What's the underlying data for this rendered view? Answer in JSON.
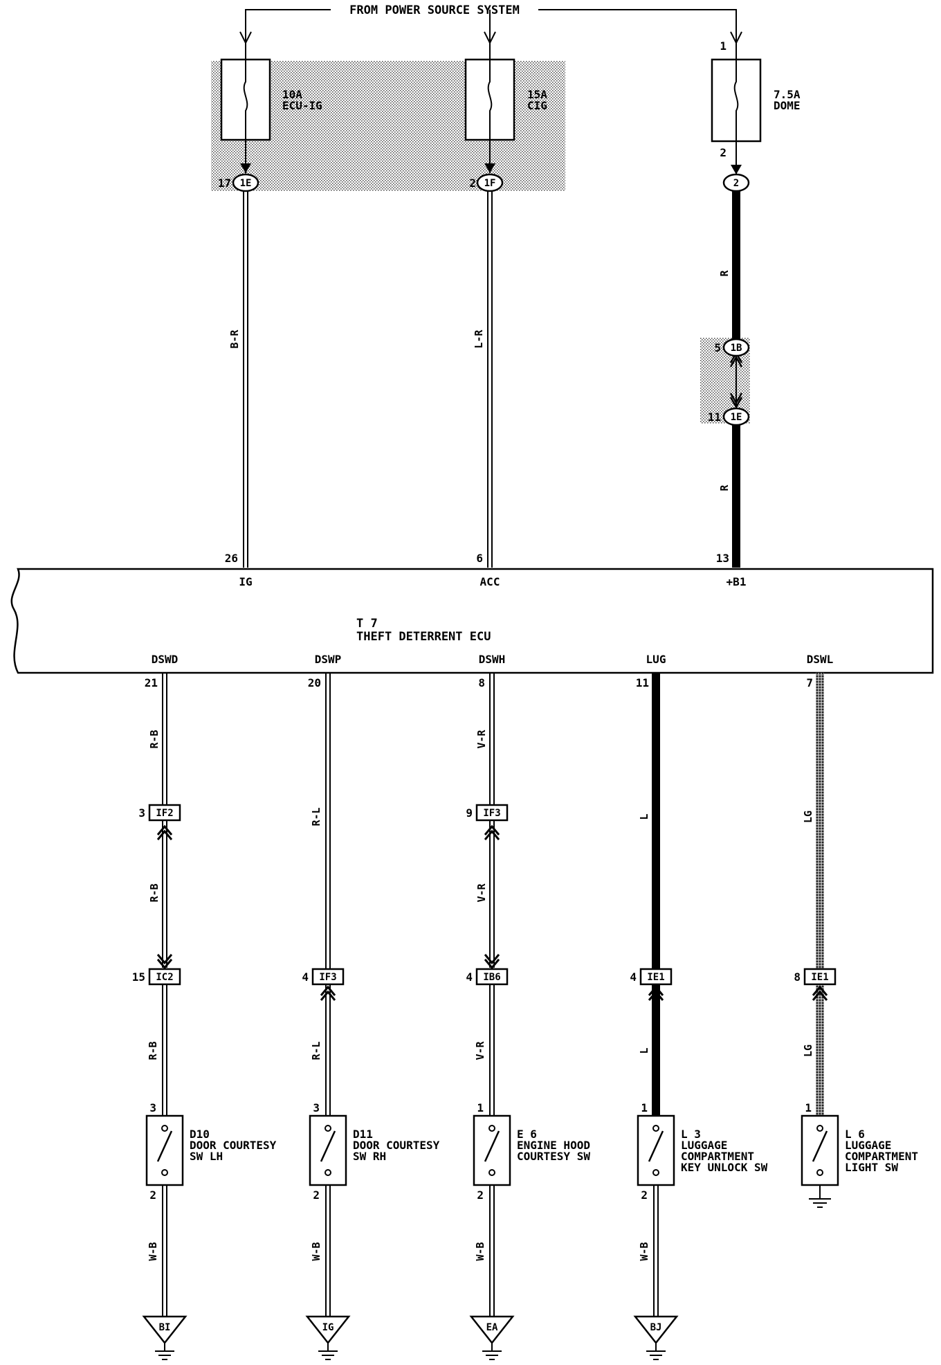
{
  "power_source": {
    "label": "FROM POWER SOURCE SYSTEM"
  },
  "fuses": [
    {
      "id": "ecu_ig",
      "rating": "10A",
      "name": "ECU-IG",
      "pin_in": "",
      "pin_out": ""
    },
    {
      "id": "cig",
      "rating": "15A",
      "name": "CIG",
      "pin_in": "",
      "pin_out": ""
    },
    {
      "id": "dome",
      "rating": "7.5A",
      "name": "DOME",
      "pin_in": "1",
      "pin_out": "2"
    }
  ],
  "top_connectors": [
    {
      "pin": "17",
      "name": "1E"
    },
    {
      "pin": "2",
      "name": "1F"
    },
    {
      "pin": "",
      "name": "2"
    },
    {
      "pin": "5",
      "name": "1B"
    },
    {
      "pin": "11",
      "name": "1E"
    }
  ],
  "top_wires": [
    {
      "color": "B-R"
    },
    {
      "color": "L-R"
    },
    {
      "color": "R"
    },
    {
      "color": "R"
    }
  ],
  "ecu": {
    "code": "T 7",
    "name": "THEFT DETERRENT ECU",
    "top_pins": [
      {
        "num": "26",
        "term": "IG"
      },
      {
        "num": "6",
        "term": "ACC"
      },
      {
        "num": "13",
        "term": "+B1"
      }
    ],
    "bottom_pins": [
      {
        "num": "21",
        "term": "DSWD"
      },
      {
        "num": "20",
        "term": "DSWP"
      },
      {
        "num": "8",
        "term": "DSWH"
      },
      {
        "num": "11",
        "term": "LUG"
      },
      {
        "num": "7",
        "term": "DSWL"
      }
    ]
  },
  "branches": [
    {
      "upper_wire": "R-B",
      "conn1": {
        "pin": "3",
        "name": "IF2"
      },
      "mid_wire": "R-B",
      "conn2": {
        "pin": "15",
        "name": "IC2"
      },
      "lower_wire": "R-B",
      "switch": {
        "pin_top": "3",
        "pin_bottom": "2",
        "code": "D10",
        "desc": [
          "DOOR COURTESY",
          "SW LH"
        ]
      },
      "ground_wire": "W-B",
      "ground": "BI"
    },
    {
      "upper_wire": "R-L",
      "conn1": null,
      "mid_wire": "",
      "conn2": {
        "pin": "4",
        "name": "IF3"
      },
      "lower_wire": "R-L",
      "switch": {
        "pin_top": "3",
        "pin_bottom": "2",
        "code": "D11",
        "desc": [
          "DOOR COURTESY",
          "SW RH"
        ]
      },
      "ground_wire": "W-B",
      "ground": "IG"
    },
    {
      "upper_wire": "V-R",
      "conn1": {
        "pin": "9",
        "name": "IF3"
      },
      "mid_wire": "V-R",
      "conn2": {
        "pin": "4",
        "name": "IB6"
      },
      "lower_wire": "V-R",
      "switch": {
        "pin_top": "1",
        "pin_bottom": "2",
        "code": "E 6",
        "desc": [
          "ENGINE HOOD",
          "COURTESY SW"
        ]
      },
      "ground_wire": "W-B",
      "ground": "EA"
    },
    {
      "upper_wire": "L",
      "conn1": null,
      "mid_wire": "",
      "conn2": {
        "pin": "4",
        "name": "IE1"
      },
      "lower_wire": "L",
      "switch": {
        "pin_top": "1",
        "pin_bottom": "2",
        "code": "L 3",
        "desc": [
          "LUGGAGE",
          "COMPARTMENT",
          "KEY UNLOCK SW"
        ]
      },
      "ground_wire": "W-B",
      "ground": "BJ"
    },
    {
      "upper_wire": "LG",
      "conn1": null,
      "mid_wire": "",
      "conn2": {
        "pin": "8",
        "name": "IE1"
      },
      "lower_wire": "LG",
      "switch": {
        "pin_top": "1",
        "pin_bottom": "",
        "code": "L 6",
        "desc": [
          "LUGGAGE",
          "COMPARTMENT",
          "LIGHT SW"
        ]
      },
      "ground_wire": "",
      "ground": ""
    }
  ]
}
